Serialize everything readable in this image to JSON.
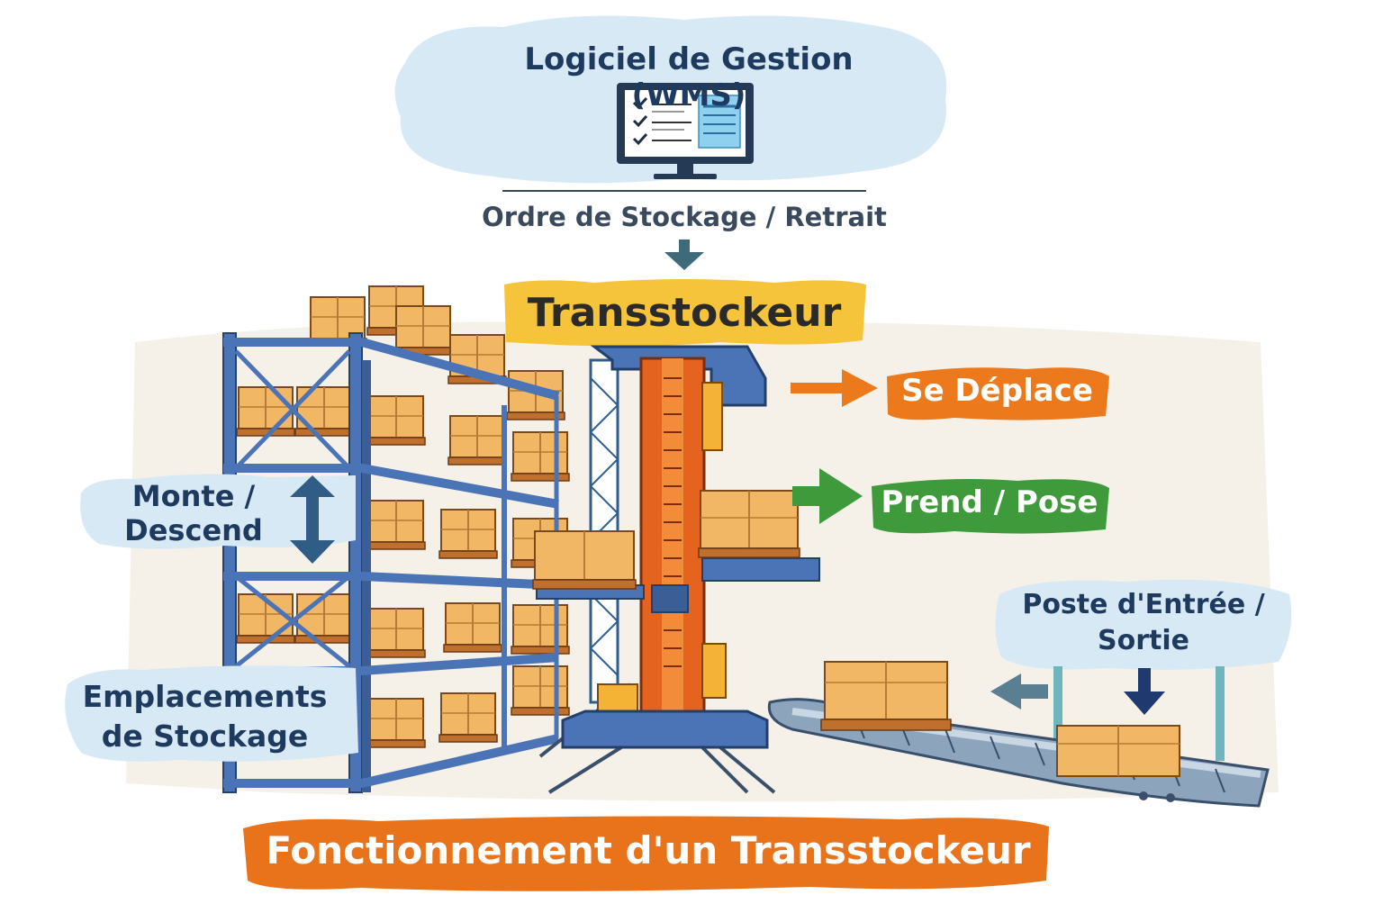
{
  "wms": {
    "title": "Logiciel de Gestion (WMS)"
  },
  "order": {
    "label": "Ordre de Stockage / Retrait"
  },
  "machine": {
    "label": "Transstockeur"
  },
  "actions": {
    "move": "Se Déplace",
    "pick": "Prend / Pose"
  },
  "left_labels": {
    "lift": "Monte / Descend",
    "lift_l1": "Monte /",
    "lift_l2": "Descend",
    "storage_l1": "Emplacements",
    "storage_l2": "de Stockage"
  },
  "station": {
    "label_l1": "Poste d'Entrée /",
    "label_l2": "Sortie"
  },
  "footer": {
    "title": "Fonctionnement d'un Transstockeur"
  },
  "colors": {
    "navy": "#1f3a5f",
    "yellow": "#f5c43a",
    "orange": "#ec7a1c",
    "green": "#3e9a3a",
    "cloud": "#d7e9f5",
    "rack": "#4a74b5",
    "box": "#f2b765"
  }
}
